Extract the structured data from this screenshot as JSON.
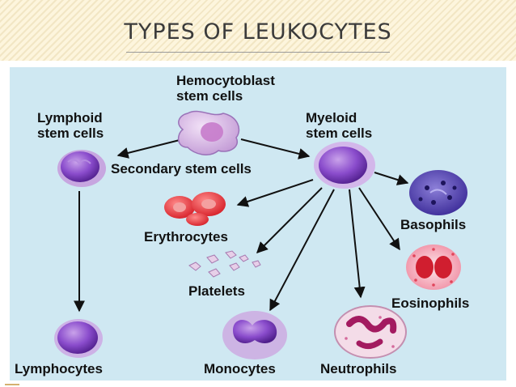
{
  "title": "TYPES OF LEUKOCYTES",
  "colors": {
    "title_band": "#fdf5dd",
    "panel": "#cfe8f2",
    "arrow": "#111111",
    "purple_cell": "#6a2fa8",
    "red_cell": "#e23232",
    "pink_cell": "#f09ab0"
  },
  "nodes": {
    "hemocytoblast": {
      "line1": "Hemocytoblast",
      "line2": "stem cells"
    },
    "lymphoid": {
      "line1": "Lymphoid",
      "line2": "stem cells"
    },
    "myeloid": {
      "line1": "Myeloid",
      "line2": "stem cells"
    },
    "secondary": "Secondary stem cells",
    "erythrocytes": "Erythrocytes",
    "platelets": "Platelets",
    "basophils": "Basophils",
    "eosinophils": "Eosinophils",
    "lymphocytes": "Lymphocytes",
    "monocytes": "Monocytes",
    "neutrophils": "Neutrophils"
  }
}
